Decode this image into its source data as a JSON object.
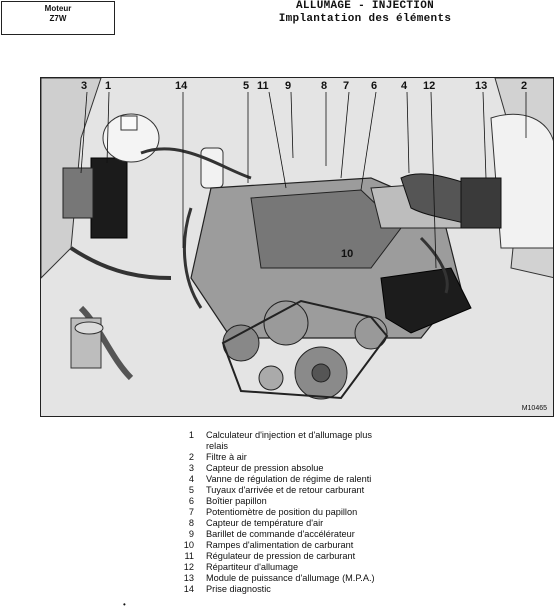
{
  "header": {
    "engine_label": "Moteur",
    "engine_code": "Z7W",
    "title_line1": "ALLUMAGE  -  INJECTION",
    "title_line2": "Implantation  des  éléments"
  },
  "figure": {
    "reference": "M10465",
    "callouts": [
      "3",
      "1",
      "14",
      "5",
      "11",
      "9",
      "8",
      "7",
      "6",
      "4",
      "12",
      "13",
      "2",
      "10"
    ]
  },
  "legend": [
    {
      "num": "1",
      "text": "Calculateur d'injection et d'allumage plus"
    },
    {
      "num": "",
      "text": "relais"
    },
    {
      "num": "2",
      "text": "Filtre à air"
    },
    {
      "num": "3",
      "text": "Capteur de pression absolue"
    },
    {
      "num": "4",
      "text": "Vanne de régulation de régime de ralenti"
    },
    {
      "num": "5",
      "text": "Tuyaux d'arrivée et de retour carburant"
    },
    {
      "num": "6",
      "text": "Boîtier papillon"
    },
    {
      "num": "7",
      "text": "Potentiomètre de position du papillon"
    },
    {
      "num": "8",
      "text": "Capteur de température d'air"
    },
    {
      "num": "9",
      "text": "Barillet de commande d'accélérateur"
    },
    {
      "num": "10",
      "text": "Rampes d'alimentation de carburant"
    },
    {
      "num": "11",
      "text": "Régulateur de pression de carburant"
    },
    {
      "num": "12",
      "text": "Répartiteur d'allumage"
    },
    {
      "num": "13",
      "text": "Module de puissance d'allumage (M.P.A.)"
    },
    {
      "num": "14",
      "text": "Prise diagnostic"
    }
  ]
}
